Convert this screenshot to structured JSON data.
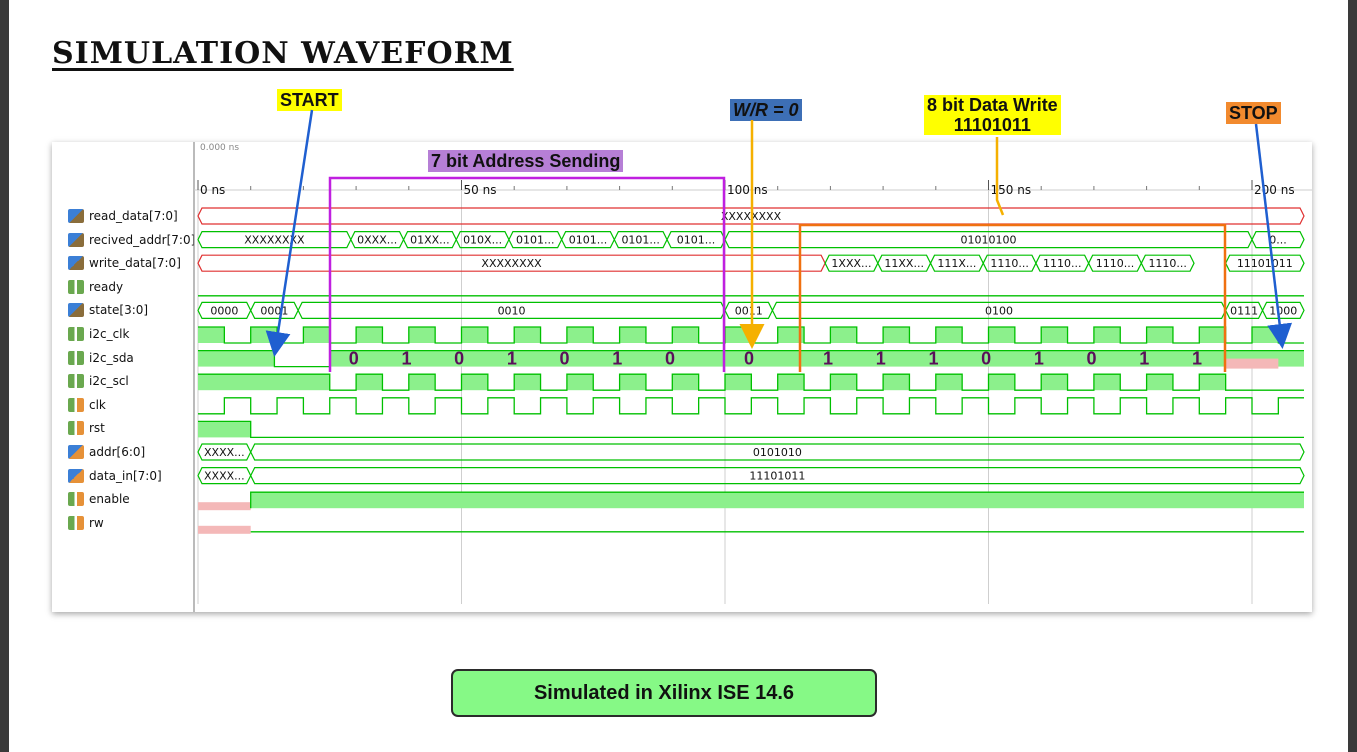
{
  "title": "SIMULATION WAVEFORM",
  "footer": "Simulated in Xilinx ISE 14.6",
  "annotations": {
    "start": "START",
    "address": "7 bit Address Sending",
    "wr": "W/R = 0",
    "data_line1": "8 bit Data Write",
    "data_line2": "11101011",
    "stop": "STOP"
  },
  "timeline": {
    "ticks": [
      "0 ns",
      "50 ns",
      "100 ns",
      "150 ns",
      "200 ns"
    ],
    "cursor_label": "0.000 ns"
  },
  "signals": [
    {
      "name": "read_data[7:0]",
      "icon": "bus-icon",
      "value": "XXXXXXXX"
    },
    {
      "name": "recived_addr[7:0]",
      "icon": "bus-icon",
      "values": [
        "XXXXXXXX",
        "0XXX...",
        "01XX...",
        "010X...",
        "0101...",
        "0101...",
        "0101...",
        "0101...",
        "01010100",
        "0..."
      ]
    },
    {
      "name": "write_data[7:0]",
      "icon": "bus-icon",
      "values": [
        "XXXXXXXX",
        "1XXX...",
        "11XX...",
        "111X...",
        "1110...",
        "1110...",
        "1110...",
        "1110...",
        "11101011"
      ]
    },
    {
      "name": "ready",
      "icon": "bit-icon"
    },
    {
      "name": "state[3:0]",
      "icon": "bus-icon",
      "values": [
        "0000",
        "0001",
        "0010",
        "0011",
        "0100",
        "0111",
        "1000"
      ]
    },
    {
      "name": "i2c_clk",
      "icon": "bit-icon"
    },
    {
      "name": "i2c_sda",
      "icon": "bit-icon"
    },
    {
      "name": "i2c_scl",
      "icon": "bit-icon"
    },
    {
      "name": "clk",
      "icon": "input-bit-icon"
    },
    {
      "name": "rst",
      "icon": "input-bit-icon"
    },
    {
      "name": "addr[6:0]",
      "icon": "input-bus-icon",
      "values": [
        "XXXX...",
        "0101010"
      ]
    },
    {
      "name": "data_in[7:0]",
      "icon": "input-bus-icon",
      "values": [
        "XXXX...",
        "11101011"
      ]
    },
    {
      "name": "enable",
      "icon": "input-bit-icon"
    },
    {
      "name": "rw",
      "icon": "input-bit-icon"
    }
  ],
  "sda_bits": [
    "0",
    "1",
    "0",
    "1",
    "0",
    "1",
    "0",
    "0",
    "1",
    "1",
    "1",
    "0",
    "1",
    "0",
    "1",
    "1"
  ],
  "colors": {
    "wave_green": "#00c000",
    "wave_fill": "#8cf08c",
    "undefined_red": "#e03030",
    "undefined_fill": "#f4b8b8",
    "address_bracket": "#c020e0",
    "data_bracket": "#f07010",
    "wr_arrow": "#f5b000",
    "start_arrow": "#1f5fd0",
    "bit_text": "#5a0f5a"
  }
}
